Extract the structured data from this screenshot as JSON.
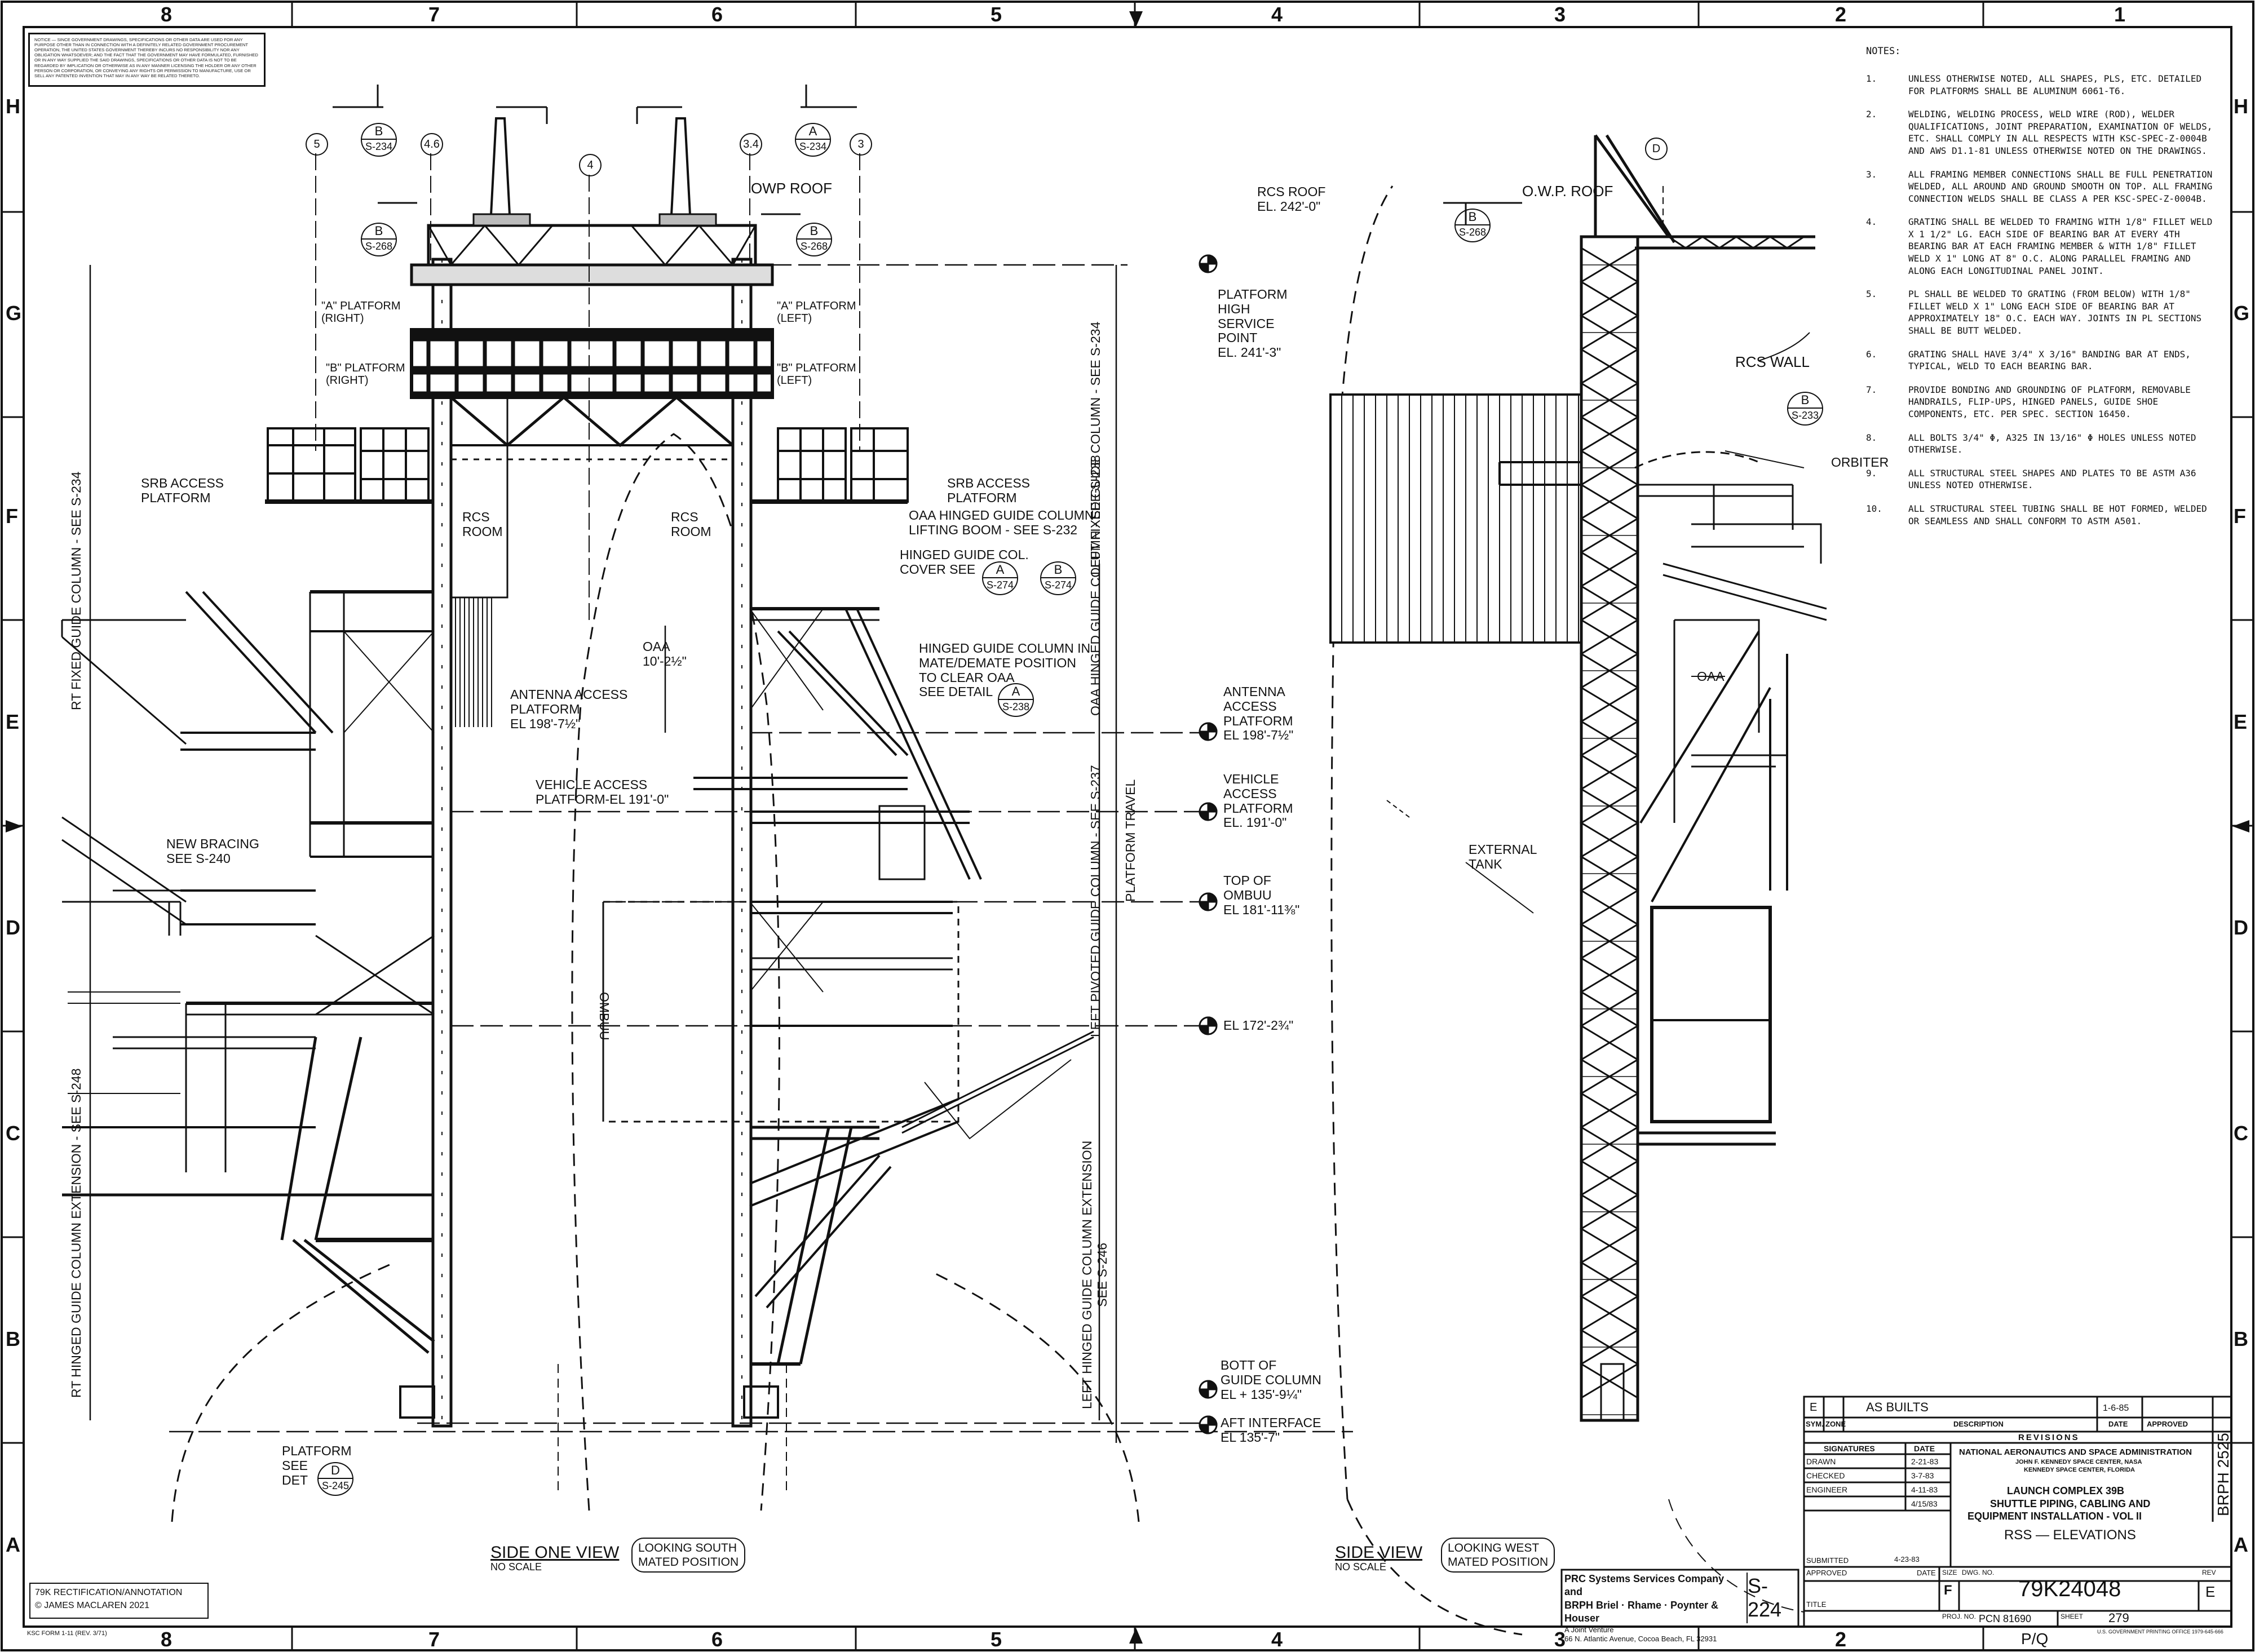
{
  "border": {
    "top_zones": [
      "8",
      "7",
      "6",
      "5",
      "4",
      "3",
      "2",
      "1"
    ],
    "side_zones": [
      "H",
      "G",
      "F",
      "E",
      "D",
      "C",
      "B",
      "A"
    ],
    "bottom_zones": [
      "8",
      "7",
      "6",
      "5",
      "4",
      "3",
      "2"
    ]
  },
  "warning_block": {
    "text": "NOTICE — SINCE GOVERNMENT DRAWINGS, SPECIFICATIONS OR OTHER DATA ARE USED FOR ANY PURPOSE OTHER THAN IN CONNECTION WITH A DEFINITELY RELATED GOVERNMENT PROCUREMENT OPERATION, THE UNITED STATES GOVERNMENT THEREBY INCURS NO RESPONSIBILITY NOR ANY OBLIGATION WHATSOEVER; AND THE FACT THAT THE GOVERNMENT MAY HAVE FORMULATED, FURNISHED OR IN ANY WAY SUPPLIED THE SAID DRAWINGS, SPECIFICATIONS OR OTHER DATA IS NOT TO BE REGARDED BY IMPLICATION OR OTHERWISE AS IN ANY MANNER LICENSING THE HOLDER OR ANY OTHER PERSON OR CORPORATION, OR CONVEYING ANY RIGHTS OR PERMISSION TO MANUFACTURE, USE OR SELL ANY PATENTED INVENTION THAT MAY IN ANY WAY BE RELATED THERETO."
  },
  "notes": {
    "title": "NOTES:",
    "items": [
      {
        "num": "1.",
        "text": "UNLESS OTHERWISE NOTED, ALL SHAPES, PLS, ETC. DETAILED FOR PLATFORMS SHALL BE ALUMINUM 6061-T6."
      },
      {
        "num": "2.",
        "text": "WELDING, WELDING PROCESS, WELD WIRE (ROD), WELDER QUALIFICATIONS, JOINT PREPARATION, EXAMINATION OF WELDS, ETC. SHALL COMPLY IN ALL RESPECTS WITH KSC-SPEC-Z-0004B AND AWS D1.1-81 UNLESS OTHERWISE NOTED ON THE DRAWINGS."
      },
      {
        "num": "3.",
        "text": "ALL FRAMING MEMBER CONNECTIONS SHALL BE FULL PENETRATION WELDED, ALL AROUND AND GROUND SMOOTH ON TOP. ALL FRAMING CONNECTION WELDS SHALL BE CLASS A PER KSC-SPEC-Z-0004B."
      },
      {
        "num": "4.",
        "text": "GRATING SHALL BE WELDED TO FRAMING WITH 1/8\" FILLET WELD X 1 1/2\" LG. EACH SIDE OF BEARING BAR AT EVERY 4TH BEARING BAR AT EACH FRAMING MEMBER & WITH 1/8\" FILLET WELD X 1\" LONG AT 8\" O.C. ALONG PARALLEL FRAMING AND ALONG EACH LONGITUDINAL PANEL JOINT."
      },
      {
        "num": "5.",
        "text": "PL SHALL BE WELDED TO GRATING (FROM BELOW) WITH 1/8\" FILLET WELD X 1\" LONG EACH SIDE OF BEARING BAR AT APPROXIMATELY 18\" O.C. EACH WAY. JOINTS IN PL SECTIONS SHALL BE BUTT WELDED."
      },
      {
        "num": "6.",
        "text": "GRATING SHALL HAVE 3/4\" X 3/16\" BANDING BAR AT ENDS, TYPICAL, WELD TO EACH BEARING BAR."
      },
      {
        "num": "7.",
        "text": "PROVIDE BONDING AND GROUNDING OF PLATFORM, REMOVABLE HANDRAILS, FLIP-UPS, HINGED PANELS, GUIDE SHOE COMPONENTS, ETC. PER SPEC. SECTION 16450."
      },
      {
        "num": "8.",
        "text": "ALL BOLTS 3/4\" ϕ, A325 IN 13/16\" ϕ HOLES UNLESS NOTED OTHERWISE."
      },
      {
        "num": "9.",
        "text": "ALL STRUCTURAL STEEL SHAPES AND PLATES TO BE ASTM A36 UNLESS NOTED OTHERWISE."
      },
      {
        "num": "10.",
        "text": "ALL STRUCTURAL STEEL TUBING SHALL BE HOT FORMED, WELDED OR SEAMLESS AND SHALL CONFORM TO ASTM A501."
      }
    ]
  },
  "left_view": {
    "grid_lines": [
      "5",
      "4.6",
      "4",
      "3.4",
      "3"
    ],
    "section_refs": [
      {
        "letter": "B",
        "sheet": "S-234"
      },
      {
        "letter": "A",
        "sheet": "S-234"
      },
      {
        "letter": "B",
        "sheet": "S-268"
      },
      {
        "letter": "B",
        "sheet": "S-268"
      },
      {
        "letter": "A",
        "sheet": "S-274"
      },
      {
        "letter": "B",
        "sheet": "S-274"
      },
      {
        "letter": "A",
        "sheet": "S-238"
      },
      {
        "letter": "D",
        "sheet": "S-245"
      }
    ],
    "labels": {
      "owp_roof": "OWP ROOF",
      "a_platform_right": "\"A\" PLATFORM\n(RIGHT)",
      "b_platform_right": "\"B\" PLATFORM\n(RIGHT)",
      "a_platform_left": "\"A\" PLATFORM\n(LEFT)",
      "b_platform_left": "\"B\" PLATFORM\n(LEFT)",
      "srb_access_left": "SRB ACCESS\nPLATFORM",
      "srb_access_right": "SRB ACCESS\nPLATFORM",
      "rcs_room_left": "RCS\nROOM",
      "rcs_room_right": "RCS\nROOM",
      "oaa_lifting": "OAA HINGED GUIDE COLUMN\nLIFTING BOOM - SEE S-232",
      "hinged_cover": "HINGED GUIDE   COL.\nCOVER SEE",
      "hinged_mate": "HINGED GUIDE COLUMN IN\nMATE/DEMATE POSITION\nTO CLEAR OAA\nSEE DETAIL",
      "antenna_access": "ANTENNA ACCESS\nPLATFORM\nEL 198'-7½\"",
      "vehicle_access": "VEHICLE ACCESS\nPLATFORM-EL 191'-0\"",
      "new_bracing": "NEW BRACING\nSEE S-240",
      "platform_see_det": "PLATFORM\nSEE\nDET",
      "oaa_dim": "OAA\n10'-2½\"",
      "ombuu": "OMBUU",
      "rt_fixed_guide": "RT FIXED GUIDE COLUMN - SEE S-234",
      "rt_hinged_guide": "RT HINGED GUIDE COLUMN EXTENSION - SEE S-248",
      "left_fixed_guide": "LEFT FIXED GUIDE COLUMN - SEE S-234",
      "oaa_hinged_guide": "OAA HINGED GUIDE COLUMN - SEE S-238",
      "left_pivoted_guide": "LEFT PIVOTED GUIDE COLUMN - SEE S-237",
      "platform_travel": "PLATFORM TRAVEL",
      "left_hinged_ext": "LEFT HINGED GUIDE COLUMN EXTENSION\nSEE S-246"
    },
    "title": "SIDE ONE VIEW",
    "scale": "NO SCALE",
    "paren": "LOOKING SOUTH\nMATED POSITION"
  },
  "elevations": [
    {
      "label": "RCS ROOF\nEL. 242'-0\""
    },
    {
      "label": "PLATFORM\nHIGH\nSERVICE\nPOINT\nEL. 241'-3\""
    },
    {
      "label": "ANTENNA\nACCESS\nPLATFORM\nEL 198'-7½\""
    },
    {
      "label": "VEHICLE\nACCESS\nPLATFORM\nEL. 191'-0\""
    },
    {
      "label": "TOP OF\nOMBUU\nEL 181'-11⅜\""
    },
    {
      "label": "EL 172'-2¾\""
    },
    {
      "label": "BOTT OF\nGUIDE COLUMN\nEL + 135'-9¼\""
    },
    {
      "label": "AFT INTERFACE\nEL 135'-7\""
    }
  ],
  "right_view": {
    "owp_roof": "O.W.P. ROOF",
    "rcs_wall": "RCS WALL",
    "orbiter": "ORBITER",
    "oaa": "OAA",
    "external_tank": "EXTERNAL\nTANK",
    "grid_line": "D",
    "refs": [
      {
        "letter": "B",
        "sheet": "S-268"
      },
      {
        "letter": "B",
        "sheet": "S-233"
      }
    ],
    "title": "SIDE VIEW",
    "scale": "NO SCALE",
    "paren": "LOOKING WEST\nMATED POSITION"
  },
  "credit": {
    "line1": "79K RECTIFICATION/ANNOTATION",
    "line2": "© JAMES MACLAREN 2021"
  },
  "firm": {
    "line1": "PRC Systems Services Company and",
    "line2": "BRPH Briel · Rhame · Poynter & Houser",
    "line3": "A Joint Venture",
    "line4": "66 N. Atlantic Avenue, Cocoa Beach, FL 32931"
  },
  "ref_sheet": "S-224",
  "title_block": {
    "rev_letter": "E",
    "rev_desc": "AS BUILTS",
    "rev_date": "1-6-85",
    "rev_approved": "",
    "hdr_sym": "SYM.",
    "hdr_zone": "ZONE",
    "hdr_desc": "DESCRIPTION",
    "hdr_date": "DATE",
    "hdr_approved": "APPROVED",
    "revisions": "REVISIONS",
    "sig_hdr": "SIGNATURES",
    "date_hdr": "DATE",
    "drawn": "DRAWN",
    "drawn_date": "2-21-83",
    "checked": "CHECKED",
    "checked_date": "3-7-83",
    "engineer": "ENGINEER",
    "engineer_date": "4-11-83",
    "extra_date": "4/15/83",
    "agency": "NATIONAL AERONAUTICS AND SPACE ADMINISTRATION",
    "center1": "JOHN F. KENNEDY SPACE CENTER, NASA",
    "center2": "KENNEDY SPACE CENTER, FLORIDA",
    "project1": "LAUNCH COMPLEX 39B",
    "project2": "SHUTTLE PIPING, CABLING AND",
    "project3": "EQUIPMENT INSTALLATION - VOL II",
    "project4": "RSS — ELEVATIONS",
    "submitted": "SUBMITTED",
    "submitted_date": "4-23-83",
    "approved": "APPROVED",
    "date_lbl": "DATE",
    "size_lbl": "SIZE",
    "size": "F",
    "dwg_lbl": "DWG. NO.",
    "dwg_no": "79K24048",
    "rev_lbl": "REV",
    "rev": "E",
    "title_lbl": "TITLE",
    "proj_lbl": "PROJ. NO.",
    "proj_no": "PCN 81690",
    "sheet_lbl": "SHEET",
    "sheet": "279",
    "side_code": "BRPH 2525",
    "bottom_note": "P/Q",
    "form": "KSC FORM 1-11 (REV. 3/71)",
    "gpo": "U.S. GOVERNMENT PRINTING OFFICE 1979-645-666"
  }
}
